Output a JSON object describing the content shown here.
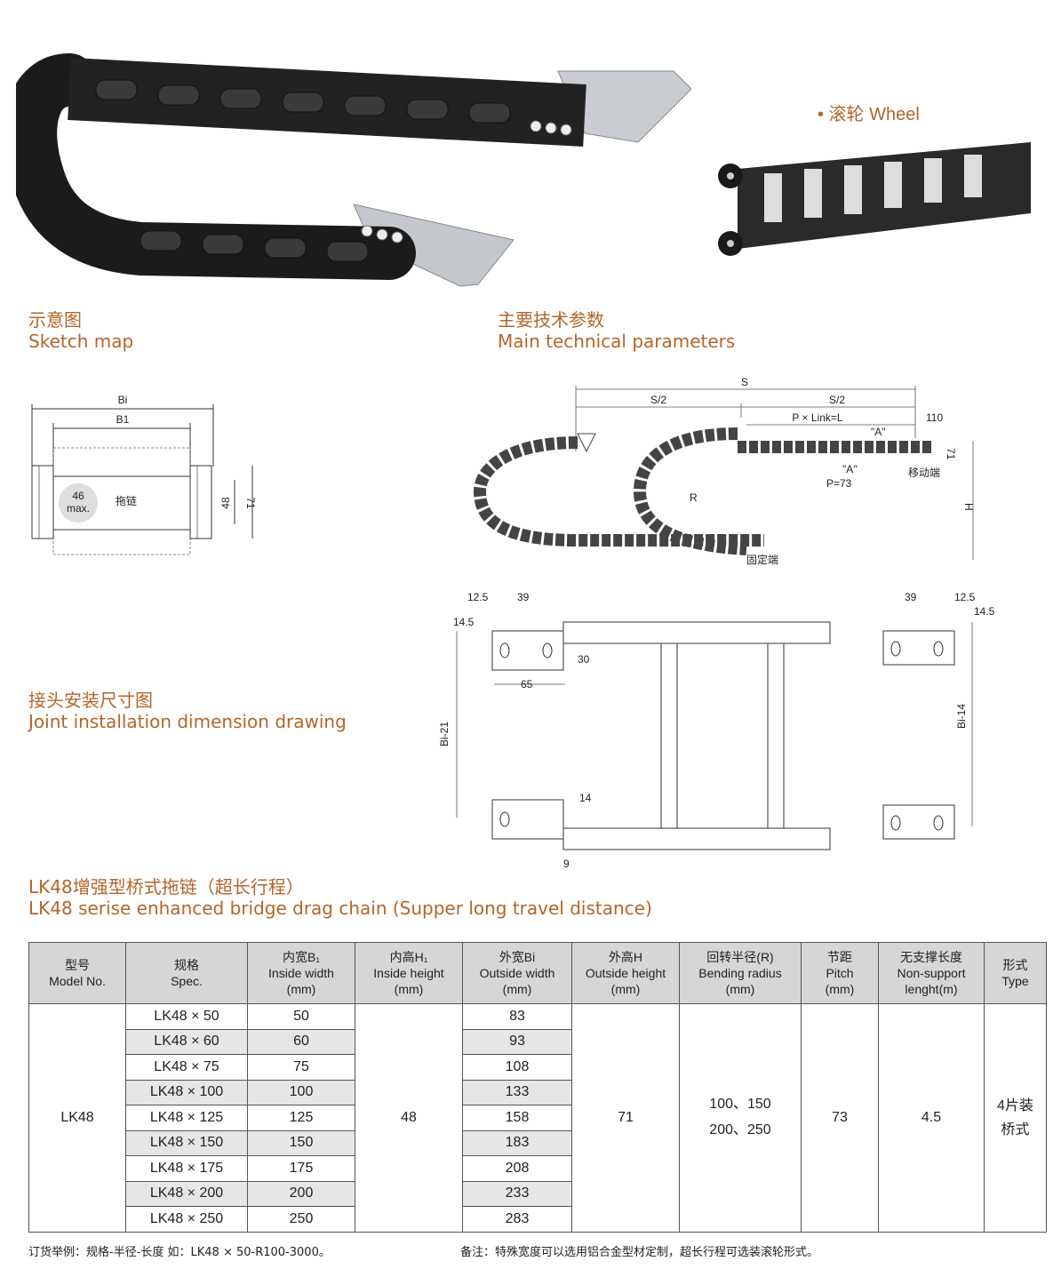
{
  "wheel_label": "• 滚轮 Wheel",
  "sketch": {
    "title_cn": "示意图",
    "title_en": "Sketch map",
    "labels": {
      "bi": "Bi",
      "b1": "B1",
      "max_value": "46",
      "max_text": "max.",
      "chain": "拖链",
      "h48": "48",
      "h71": "71"
    }
  },
  "params": {
    "title_cn": "主要技术参数",
    "title_en": "Main technical parameters",
    "labels": {
      "s": "S",
      "s2a": "S/2",
      "s2b": "S/2",
      "pxlink": "P × Link=L",
      "d110": "110",
      "a_top": "\"A\"",
      "a_bottom": "\"A\"",
      "moving": "移动端",
      "p73": "P=73",
      "r": "R",
      "h": "H",
      "h71": "71",
      "fixed": "固定端"
    }
  },
  "joint": {
    "title_cn": "接头安装尺寸图",
    "title_en": "Joint installation dimension drawing",
    "labels": {
      "d12_5a": "12.5",
      "d39a": "39",
      "d14_5a": "14.5",
      "d30": "30",
      "d65": "65",
      "bi21": "Bi-21",
      "d14": "14",
      "d9": "9",
      "d39b": "39",
      "d12_5b": "12.5",
      "d14_5b": "14.5",
      "bi14": "Bi-14"
    }
  },
  "product": {
    "title_cn": "LK48增强型桥式拖链（超长行程）",
    "title_en": "LK48 serise enhanced bridge drag chain (Supper long travel distance)"
  },
  "table": {
    "headers": [
      {
        "cn": "型号",
        "en": "Model No.",
        "unit": ""
      },
      {
        "cn": "规格",
        "en": "Spec.",
        "unit": ""
      },
      {
        "cn": "内宽B₁",
        "en": "Inside width",
        "unit": "(mm)"
      },
      {
        "cn": "内高H₁",
        "en": "Inside height",
        "unit": "(mm)"
      },
      {
        "cn": "外宽Bi",
        "en": "Outside width",
        "unit": "(mm)"
      },
      {
        "cn": "外高H",
        "en": "Outside height",
        "unit": "(mm)"
      },
      {
        "cn": "回转半径(R)",
        "en": "Bending radius",
        "unit": "(mm)"
      },
      {
        "cn": "节距",
        "en": "Pitch",
        "unit": "(mm)"
      },
      {
        "cn": "无支撑长度",
        "en": "Non-support",
        "unit": "lenght(m)"
      },
      {
        "cn": "形式",
        "en": "Type",
        "unit": ""
      }
    ],
    "model": "LK48",
    "rows": [
      {
        "spec": "LK48 × 50",
        "inner_width": "50",
        "outer_width": "83"
      },
      {
        "spec": "LK48 × 60",
        "inner_width": "60",
        "outer_width": "93"
      },
      {
        "spec": "LK48 × 75",
        "inner_width": "75",
        "outer_width": "108"
      },
      {
        "spec": "LK48 × 100",
        "inner_width": "100",
        "outer_width": "133"
      },
      {
        "spec": "LK48 × 125",
        "inner_width": "125",
        "outer_width": "158"
      },
      {
        "spec": "LK48 × 150",
        "inner_width": "150",
        "outer_width": "183"
      },
      {
        "spec": "LK48 × 175",
        "inner_width": "175",
        "outer_width": "208"
      },
      {
        "spec": "LK48 × 200",
        "inner_width": "200",
        "outer_width": "233"
      },
      {
        "spec": "LK48 × 250",
        "inner_width": "250",
        "outer_width": "283"
      }
    ],
    "inner_height": "48",
    "outer_height": "71",
    "bending_radius_line1": "100、150",
    "bending_radius_line2": "200、250",
    "pitch": "73",
    "unsupported_length": "4.5",
    "type_line1": "4片装",
    "type_line2": "桥式"
  },
  "footer": {
    "order_example": "订货举例：规格-半径-长度  如：LK48 × 50-R100-3000。",
    "note": "备注：特殊宽度可以选用铝合金型材定制，超长行程可选装滚轮形式。"
  }
}
